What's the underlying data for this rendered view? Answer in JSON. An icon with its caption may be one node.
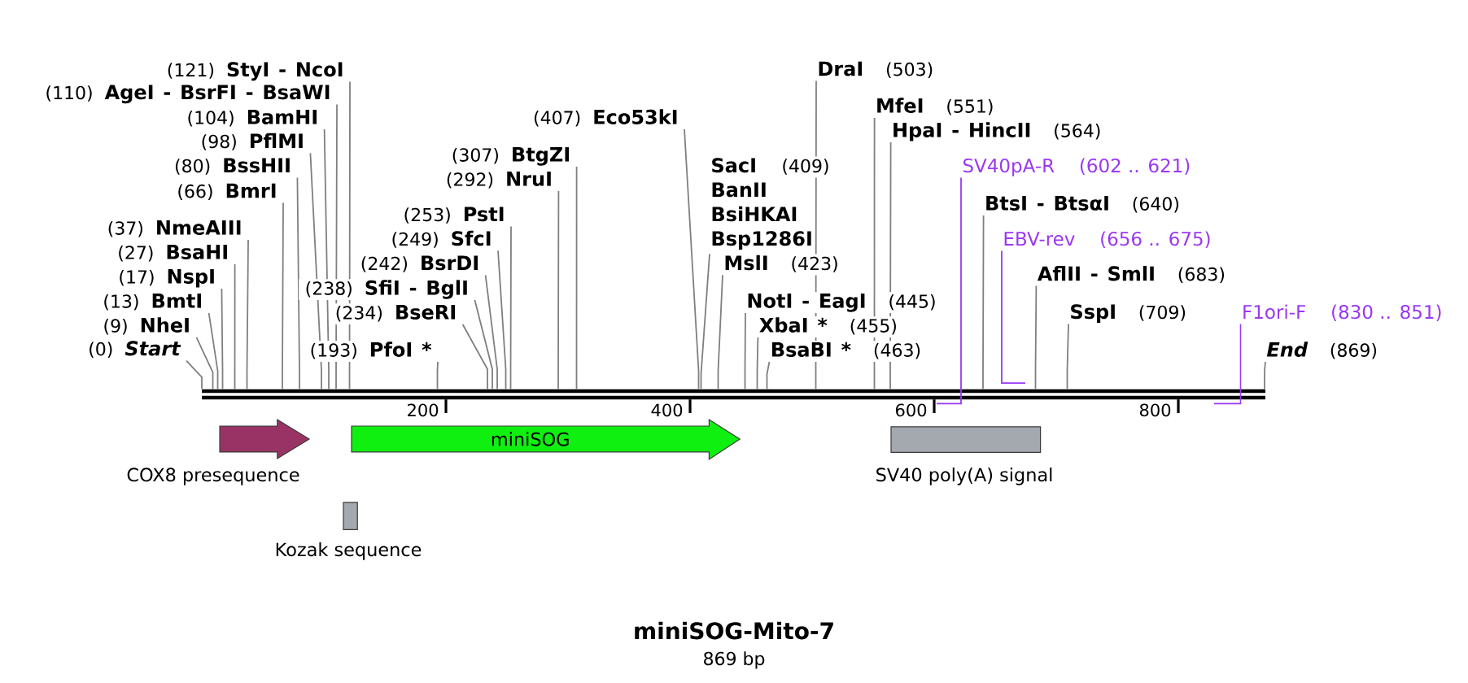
{
  "diagram": {
    "title": "miniSOG-Mito-7",
    "caption": "869 bp",
    "nodes": [
      {
        "text": [
          "(0)",
          "Start"
        ]
      },
      {
        "text": [
          "(9)",
          "NheI"
        ]
      },
      {
        "text": [
          "(13)",
          "BmtI"
        ]
      },
      {
        "text": [
          "(17)",
          "NspI"
        ]
      },
      {
        "text": [
          "(27)",
          "BsaHI"
        ]
      },
      {
        "text": [
          "(37)",
          "NmeAIII"
        ]
      },
      {
        "text": [
          "(66)",
          "BmrI"
        ]
      },
      {
        "text": [
          "(80)",
          "BssHII"
        ]
      },
      {
        "text": [
          "(98)",
          "PflMI"
        ]
      },
      {
        "text": [
          "(104)",
          "BamHI"
        ]
      },
      {
        "text": [
          "(110)",
          "AgeI - BsrFI - BsaWI"
        ]
      },
      {
        "text": [
          "(121)",
          "StyI - NcoI"
        ]
      },
      {
        "text": [
          "(193)",
          "PfoI *"
        ]
      },
      {
        "text": [
          "(234)",
          "BseRI"
        ]
      },
      {
        "text": [
          "(238)",
          "SfiI - BglI"
        ]
      },
      {
        "text": [
          "(242)",
          "BsrDI"
        ]
      },
      {
        "text": [
          "(249)",
          "SfcI"
        ]
      },
      {
        "text": [
          "(253)",
          "PstI"
        ]
      },
      {
        "text": [
          "(292)",
          "NruI"
        ]
      },
      {
        "text": [
          "(307)",
          "BtgZI"
        ]
      },
      {
        "text": [
          "(407)",
          "Eco53kI"
        ]
      },
      {
        "text": [
          "SacI",
          "(409)",
          "BanII",
          "BsiHKAI",
          "Bsp1286I"
        ]
      },
      {
        "text": [
          "MslI",
          "(423)"
        ]
      },
      {
        "text": [
          "NotI - EagI",
          "(445)"
        ]
      },
      {
        "text": [
          "XbaI *",
          "(455)"
        ]
      },
      {
        "text": [
          "BsaBI *",
          "(463)"
        ]
      },
      {
        "text": [
          "DraI",
          "(503)"
        ]
      },
      {
        "text": [
          "MfeI",
          "(551)"
        ]
      },
      {
        "text": [
          "HpaI - HincII",
          "(564)"
        ]
      },
      {
        "text": [
          "SV40pA-R",
          "(602 .. 621)"
        ]
      },
      {
        "text": [
          "BtsI - BtsαI",
          "(640)"
        ]
      },
      {
        "text": [
          "EBV-rev",
          "(656 .. 675)"
        ]
      },
      {
        "text": [
          "AflII - SmlI",
          "(683)"
        ]
      },
      {
        "text": [
          "SspI",
          "(709)"
        ]
      },
      {
        "text": [
          "F1ori-F",
          "(830 .. 851)"
        ]
      },
      {
        "text": [
          "End",
          "(869)"
        ]
      },
      {
        "text": [],
        "shape": "bar"
      },
      {
        "text": [
          "COX8 presequence"
        ]
      },
      {
        "text": [
          "miniSOG"
        ]
      },
      {
        "text": [
          "SV40 poly(A) signal"
        ]
      },
      {
        "text": [
          "Kozak sequence"
        ]
      }
    ],
    "edges": [
      {
        "from": 0,
        "to": 36,
        "arrow": "none"
      },
      {
        "from": 1,
        "to": 36,
        "arrow": "none"
      },
      {
        "from": 2,
        "to": 36,
        "arrow": "none"
      },
      {
        "from": 3,
        "to": 36,
        "arrow": "none"
      },
      {
        "from": 4,
        "to": 36,
        "arrow": "none"
      },
      {
        "from": 5,
        "to": 36,
        "arrow": "none"
      },
      {
        "from": 6,
        "to": 36,
        "arrow": "none"
      },
      {
        "from": 7,
        "to": 36,
        "arrow": "none"
      },
      {
        "from": 8,
        "to": 36,
        "arrow": "none"
      },
      {
        "from": 9,
        "to": 36,
        "arrow": "none"
      },
      {
        "from": 10,
        "to": 36,
        "arrow": "none"
      },
      {
        "from": 11,
        "to": 36,
        "arrow": "none"
      },
      {
        "from": 12,
        "to": 36,
        "arrow": "none"
      },
      {
        "from": 13,
        "to": 36,
        "arrow": "none"
      },
      {
        "from": 14,
        "to": 36,
        "arrow": "none"
      },
      {
        "from": 15,
        "to": 36,
        "arrow": "none"
      },
      {
        "from": 16,
        "to": 36,
        "arrow": "none"
      },
      {
        "from": 17,
        "to": 36,
        "arrow": "none"
      },
      {
        "from": 18,
        "to": 36,
        "arrow": "none"
      },
      {
        "from": 19,
        "to": 36,
        "arrow": "none"
      },
      {
        "from": 20,
        "to": 36,
        "arrow": "none"
      },
      {
        "from": 21,
        "to": 36,
        "arrow": "none"
      },
      {
        "from": 22,
        "to": 36,
        "arrow": "none"
      },
      {
        "from": 23,
        "to": 36,
        "arrow": "none"
      },
      {
        "from": 24,
        "to": 36,
        "arrow": "none"
      },
      {
        "from": 25,
        "to": 36,
        "arrow": "none"
      },
      {
        "from": 26,
        "to": 36,
        "arrow": "none"
      },
      {
        "from": 27,
        "to": 36,
        "arrow": "none"
      },
      {
        "from": 28,
        "to": 36,
        "arrow": "none"
      },
      {
        "from": 29,
        "to": 36,
        "arrow": "none",
        "color": "#9b38f2"
      },
      {
        "from": 30,
        "to": 36,
        "arrow": "none"
      },
      {
        "from": 31,
        "to": 36,
        "arrow": "none",
        "color": "#9b38f2"
      },
      {
        "from": 32,
        "to": 36,
        "arrow": "none"
      },
      {
        "from": 33,
        "to": 36,
        "arrow": "none"
      },
      {
        "from": 34,
        "to": 36,
        "arrow": "none",
        "color": "#9b38f2"
      },
      {
        "from": 35,
        "to": 36,
        "arrow": "none"
      }
    ],
    "labels": [
      "200",
      "400",
      "600",
      "800"
    ]
  }
}
